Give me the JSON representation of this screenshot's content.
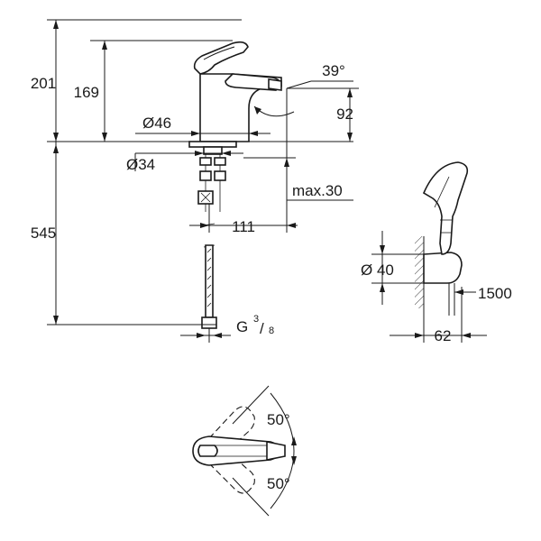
{
  "drawing": {
    "subject": "basin mixer with hand shower",
    "dimensions": {
      "height_overall": "201",
      "height_spout": "169",
      "spout_angle": "39°",
      "outlet_height": "92",
      "dia_body": "Ø46",
      "dia_hole": "Ø34",
      "max_thickness": "max.30",
      "projection": "111",
      "hose_length": "545",
      "connection": "G",
      "connection_num": "3",
      "connection_den": "8",
      "shower_dia": "Ø 40",
      "shower_hose": "1500",
      "shower_depth": "62",
      "swivel_left": "50°",
      "swivel_right": "50°"
    },
    "icons": [
      "faucet-side-view",
      "hand-shower-holder",
      "faucet-top-view"
    ]
  }
}
